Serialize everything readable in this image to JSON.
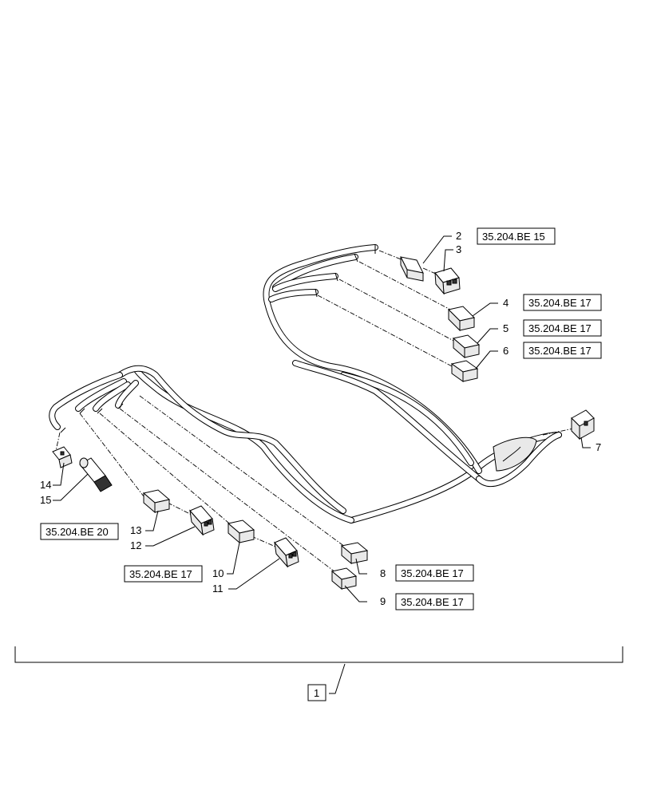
{
  "callouts": {
    "c1": "1",
    "c2": "2",
    "c3": "3",
    "c4": "4",
    "c5": "5",
    "c6": "6",
    "c7": "7",
    "c8": "8",
    "c9": "9",
    "c10": "10",
    "c11": "11",
    "c12": "12",
    "c13": "13",
    "c14": "14",
    "c15": "15"
  },
  "references": {
    "r2": "35.204.BE 15",
    "r4": "35.204.BE 17",
    "r5": "35.204.BE 17",
    "r6": "35.204.BE 17",
    "r8": "35.204.BE 17",
    "r9": "35.204.BE 17",
    "r10": "35.204.BE 17",
    "r14": "35.204.BE 20"
  }
}
